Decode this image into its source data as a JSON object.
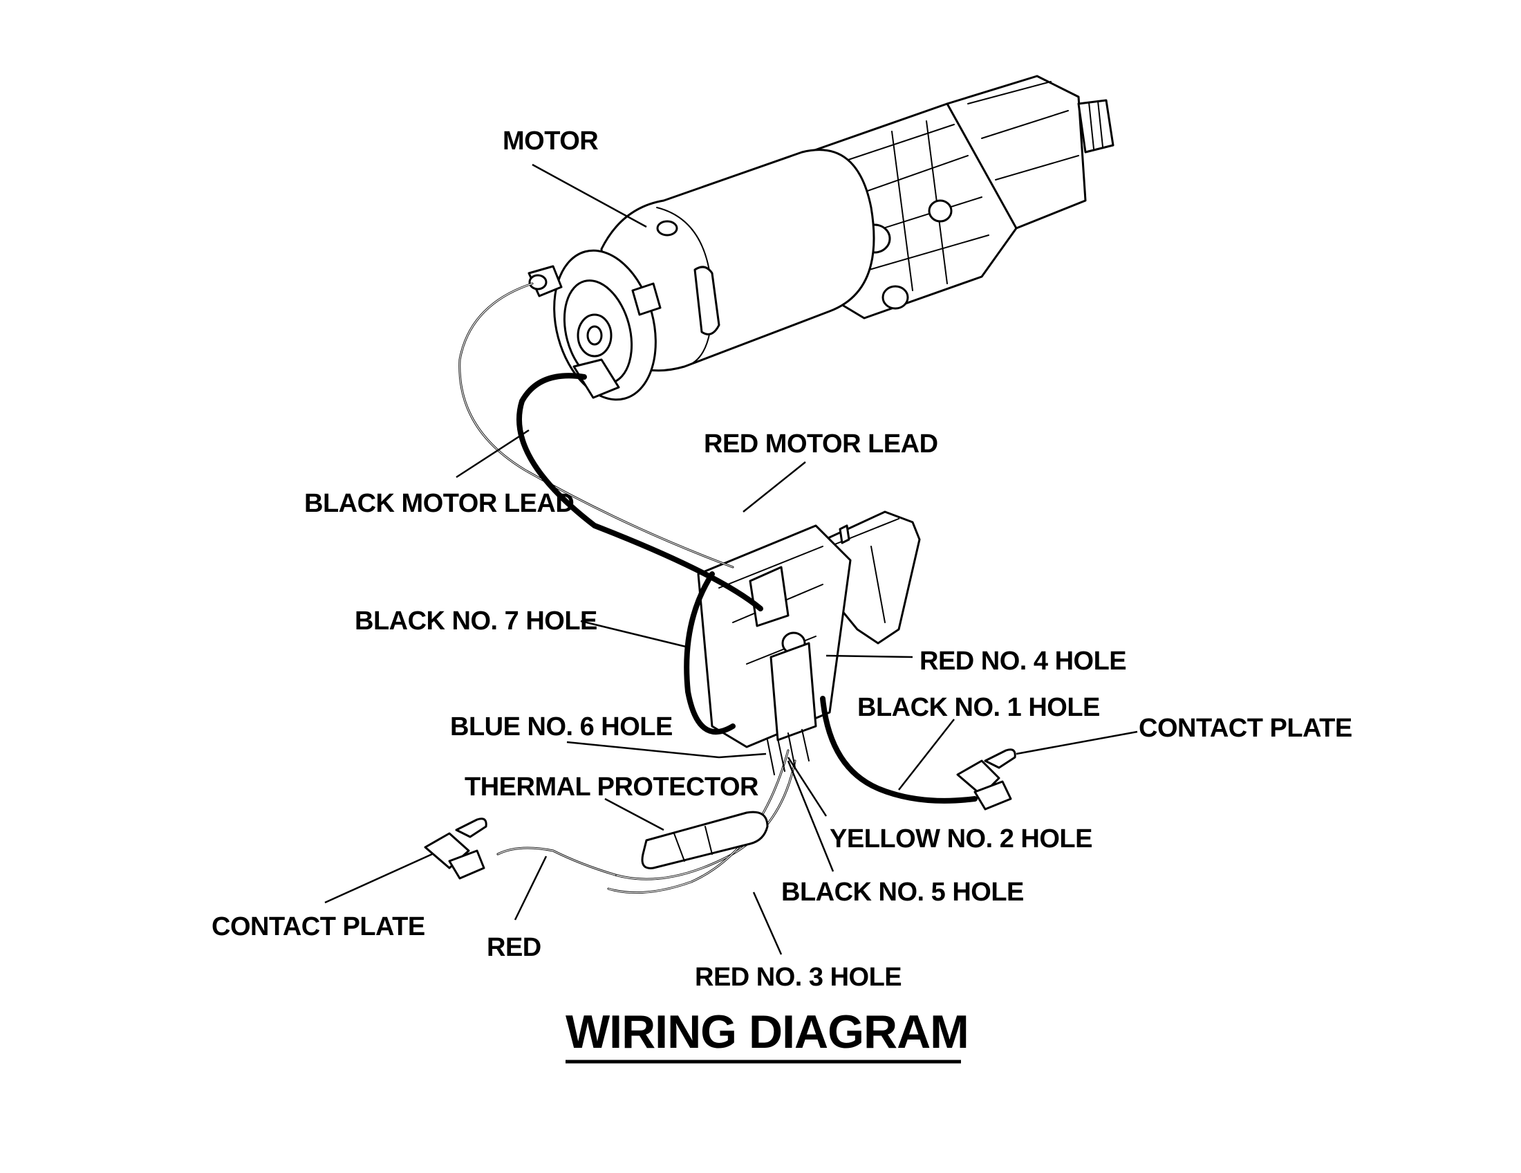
{
  "title": "WIRING DIAGRAM",
  "labels": {
    "motor": "MOTOR",
    "red_motor_lead": "RED MOTOR LEAD",
    "black_motor_lead": "BLACK MOTOR LEAD",
    "black_no7_hole": "BLACK NO. 7 HOLE",
    "red_no4_hole": "RED NO. 4 HOLE",
    "black_no1_hole": "BLACK NO. 1 HOLE",
    "blue_no6_hole": "BLUE NO. 6 HOLE",
    "contact_plate_right": "CONTACT PLATE",
    "thermal_protector": "THERMAL PROTECTOR",
    "yellow_no2_hole": "YELLOW NO. 2 HOLE",
    "black_no5_hole": "BLACK NO. 5 HOLE",
    "contact_plate_left": "CONTACT PLATE",
    "red": "RED",
    "red_no3_hole": "RED NO. 3 HOLE"
  }
}
